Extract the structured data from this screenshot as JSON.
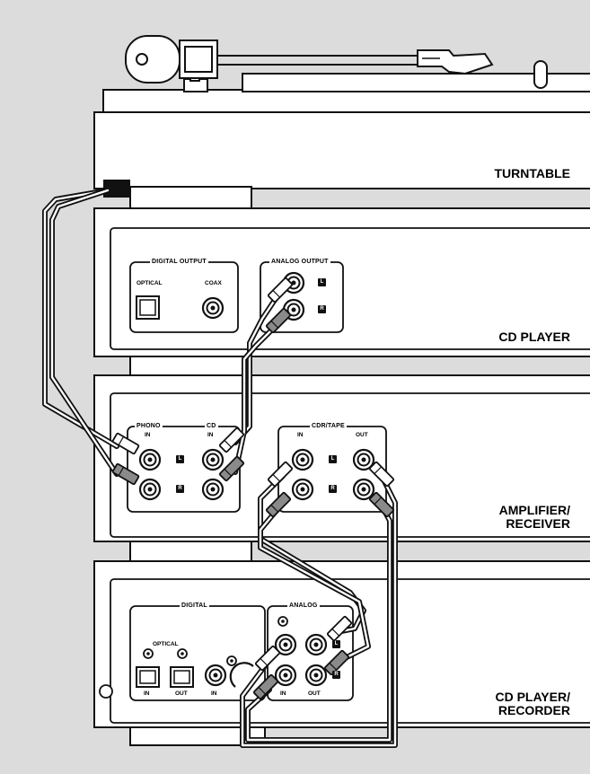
{
  "units": {
    "turntable": "TURNTABLE",
    "cd_player": "CD PLAYER",
    "amplifier": [
      "AMPLIFIER/",
      "RECEIVER"
    ],
    "recorder": [
      "CD PLAYER/",
      "RECORDER"
    ]
  },
  "cd_player_panel": {
    "digital_output": "DIGITAL OUTPUT",
    "optical": "OPTICAL",
    "coax": "COAX",
    "analog_output": "ANALOG OUTPUT"
  },
  "amplifier_panel": {
    "phono": "PHONO",
    "cd": "CD",
    "in": "IN",
    "cdr_tape": "CDR/TAPE",
    "out": "OUT"
  },
  "recorder_panel": {
    "digital": "DIGITAL",
    "analog": "ANALOG",
    "optical": "OPTICAL",
    "in": "IN",
    "out": "OUT"
  },
  "channel": {
    "left": "L",
    "right": "R"
  },
  "colors": {
    "background": "#dcdcdc",
    "device": "#ffffff",
    "line": "#111111",
    "plug": "#8a8a8a"
  }
}
